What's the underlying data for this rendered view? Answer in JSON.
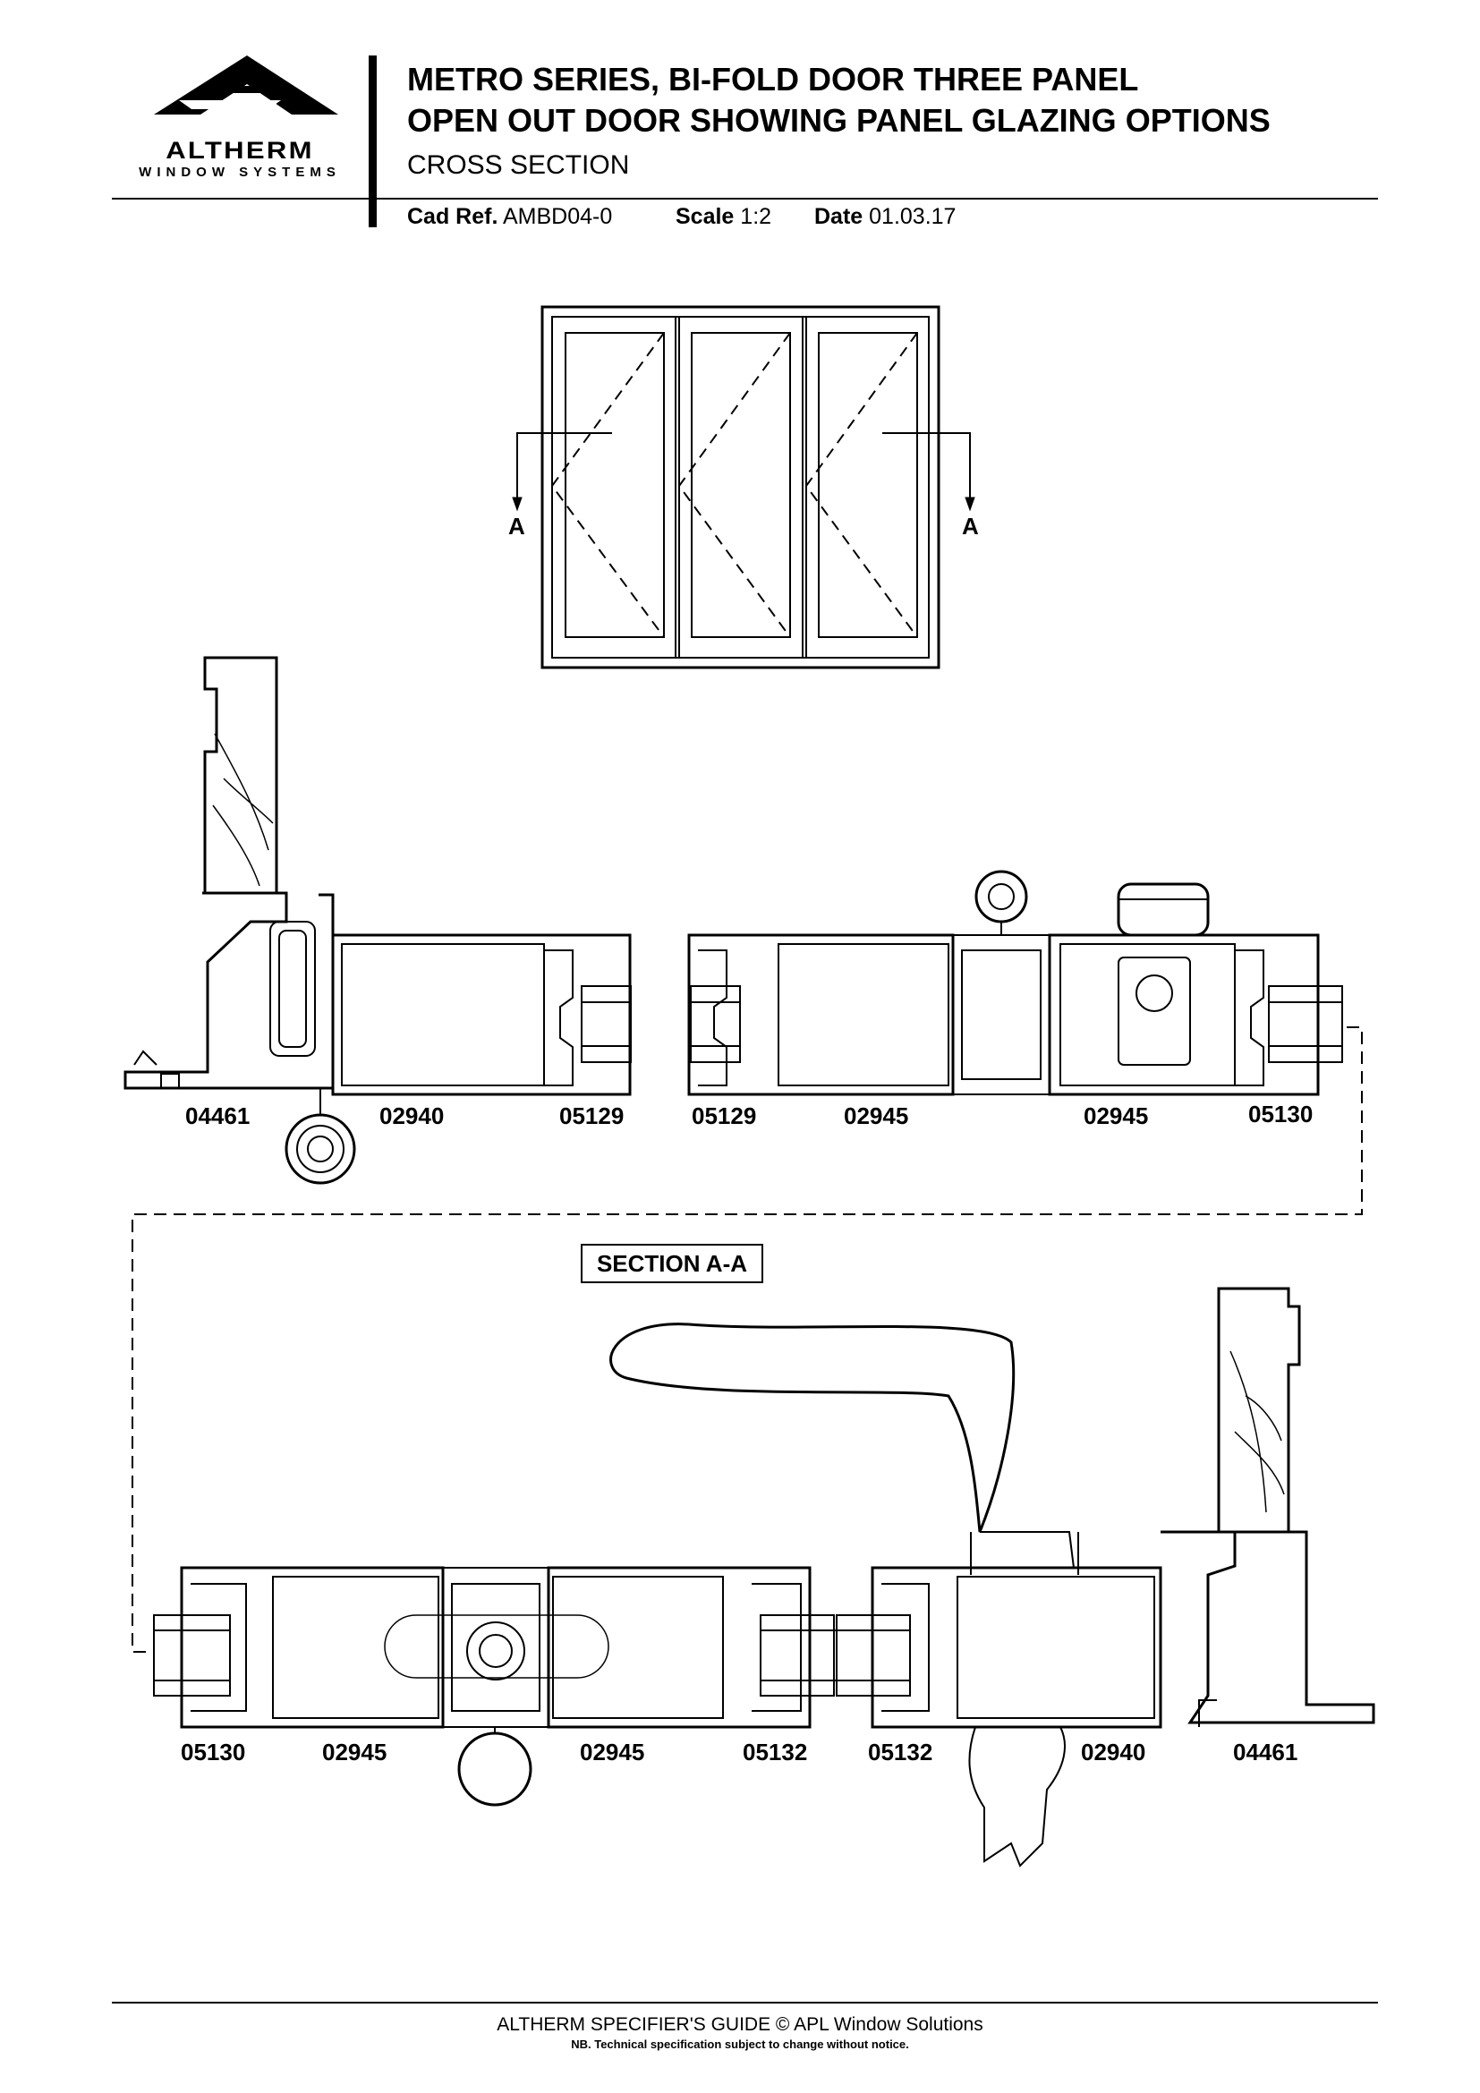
{
  "logo": {
    "brand": "ALTHERM",
    "tagline": "WINDOW SYSTEMS"
  },
  "title": {
    "line1": "METRO SERIES, BI-FOLD DOOR THREE PANEL",
    "line2": "OPEN OUT DOOR SHOWING PANEL GLAZING OPTIONS",
    "subtitle": "CROSS SECTION"
  },
  "meta": {
    "cad_ref_label": "Cad Ref.",
    "cad_ref": "AMBD04-0",
    "scale_label": "Scale",
    "scale": "1:2",
    "date_label": "Date",
    "date": "01.03.17"
  },
  "elevation": {
    "marker_left": "A",
    "marker_right": "A"
  },
  "section_title": "SECTION A-A",
  "top_row_labels": [
    "04461",
    "02940",
    "05129",
    "05129",
    "02945",
    "02945",
    "05130"
  ],
  "bottom_row_labels": [
    "05130",
    "02945",
    "02945",
    "05132",
    "05132",
    "02940",
    "04461"
  ],
  "footer": {
    "line1": "ALTHERM SPECIFIER'S GUIDE  © APL Window Solutions",
    "line2": "NB. Technical specification subject to change without notice."
  }
}
